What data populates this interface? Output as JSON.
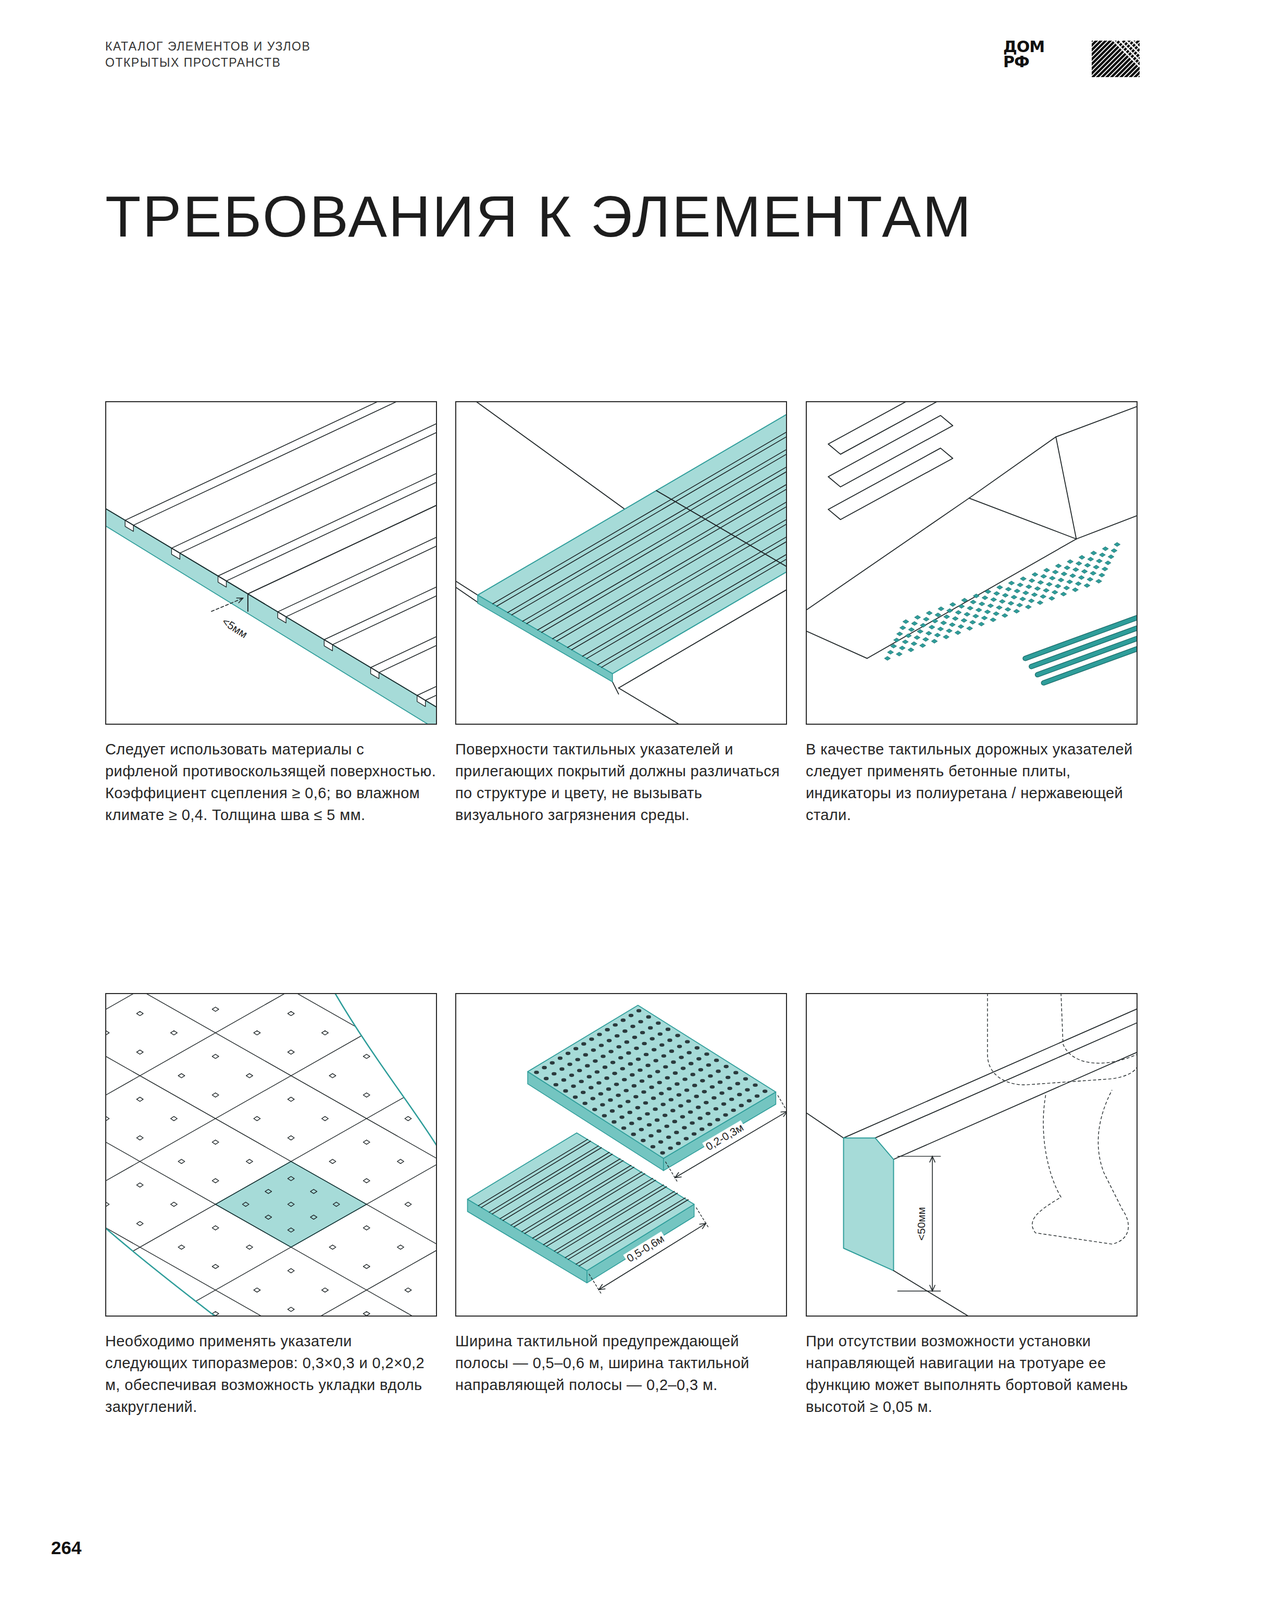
{
  "diagram": {
    "title": "ТРЕБОВАНИЯ К ЭЛЕМЕНТАМ",
    "nodes": [
      {
        "text": [
          "Следует использовать материалы с рифленой противоскользящей поверхностью. Коэффициент сцепления ≥ 0,6; во влажном климате ≥ 0,4. Толщина шва ≤ 5 мм."
        ]
      },
      {
        "text": [
          "Поверхности тактильных указателей и прилегающих покрытий должны различаться по структуре и цвету, не вызывать визуального загрязнения среды."
        ]
      },
      {
        "text": [
          "В качестве тактильных дорожных указателей следует применять бетонные плиты, индикаторы из полиуретана / нержавеющей стали."
        ]
      },
      {
        "text": [
          "Необходимо применять указатели следующих типоразмеров: 0,3×0,3 и 0,2×0,2 м, обеспечивая возможность укладки вдоль закруглений."
        ]
      },
      {
        "text": [
          "Ширина тактильной предупреждающей полосы — 0,5–0,6 м, ширина тактильной направляющей полосы — 0,2–0,3 м."
        ]
      },
      {
        "text": [
          "При отсутствии возможности установки направляющей навигации на тротуаре ее функцию может выполнять бортовой камень высотой ≥ 0,05 м."
        ]
      }
    ],
    "labels": [
      "КАТАЛОГ ЭЛЕМЕНТОВ И УЗЛОВ ОТКРЫТЫХ ПРОСТРАНСТВ",
      "ДОМ РФ",
      "<5мм",
      "0,2-0,3м",
      "0,5-0,6м",
      "<50мм",
      "264"
    ]
  }
}
